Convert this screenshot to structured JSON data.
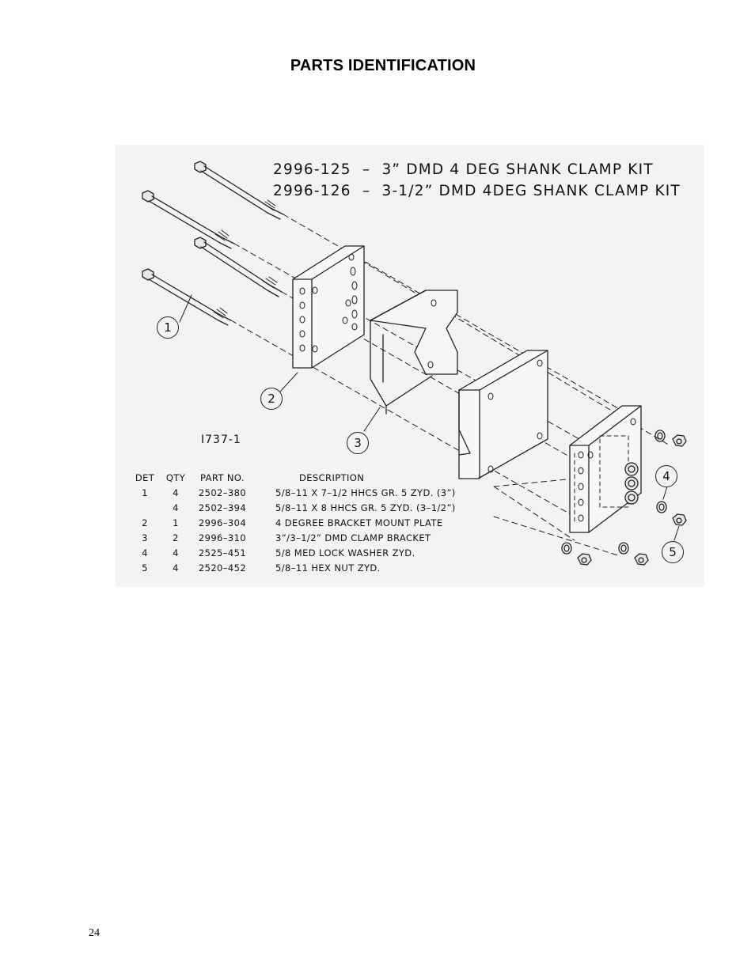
{
  "page": {
    "title": "PARTS IDENTIFICATION",
    "page_number": "24"
  },
  "drawing": {
    "kit_titles": [
      "2996-125  –  3” DMD 4 DEG SHANK CLAMP KIT",
      "2996-126  –  3-1/2” DMD 4DEG SHANK CLAMP KIT"
    ],
    "figure_id": "I737-1",
    "callouts": [
      "1",
      "2",
      "3",
      "4",
      "5"
    ]
  },
  "parts_table": {
    "headers": {
      "det": "DET",
      "qty": "QTY",
      "part_no": "PART NO.",
      "description": "DESCRIPTION"
    },
    "rows": [
      {
        "det": "1",
        "qty": "4",
        "part_no": "2502–380",
        "description": "5/8–11 X 7–1/2 HHCS GR. 5 ZYD. (3”)"
      },
      {
        "det": "",
        "qty": "4",
        "part_no": "2502–394",
        "description": "5/8–11 X 8 HHCS GR. 5 ZYD. (3–1/2”)"
      },
      {
        "det": "2",
        "qty": "1",
        "part_no": "2996–304",
        "description": "4 DEGREE BRACKET MOUNT PLATE"
      },
      {
        "det": "3",
        "qty": "2",
        "part_no": "2996–310",
        "description": "3”/3–1/2” DMD CLAMP BRACKET"
      },
      {
        "det": "4",
        "qty": "4",
        "part_no": "2525–451",
        "description": "5/8 MED LOCK WASHER ZYD."
      },
      {
        "det": "5",
        "qty": "4",
        "part_no": "2520–452",
        "description": "5/8–11 HEX NUT ZYD."
      }
    ]
  }
}
